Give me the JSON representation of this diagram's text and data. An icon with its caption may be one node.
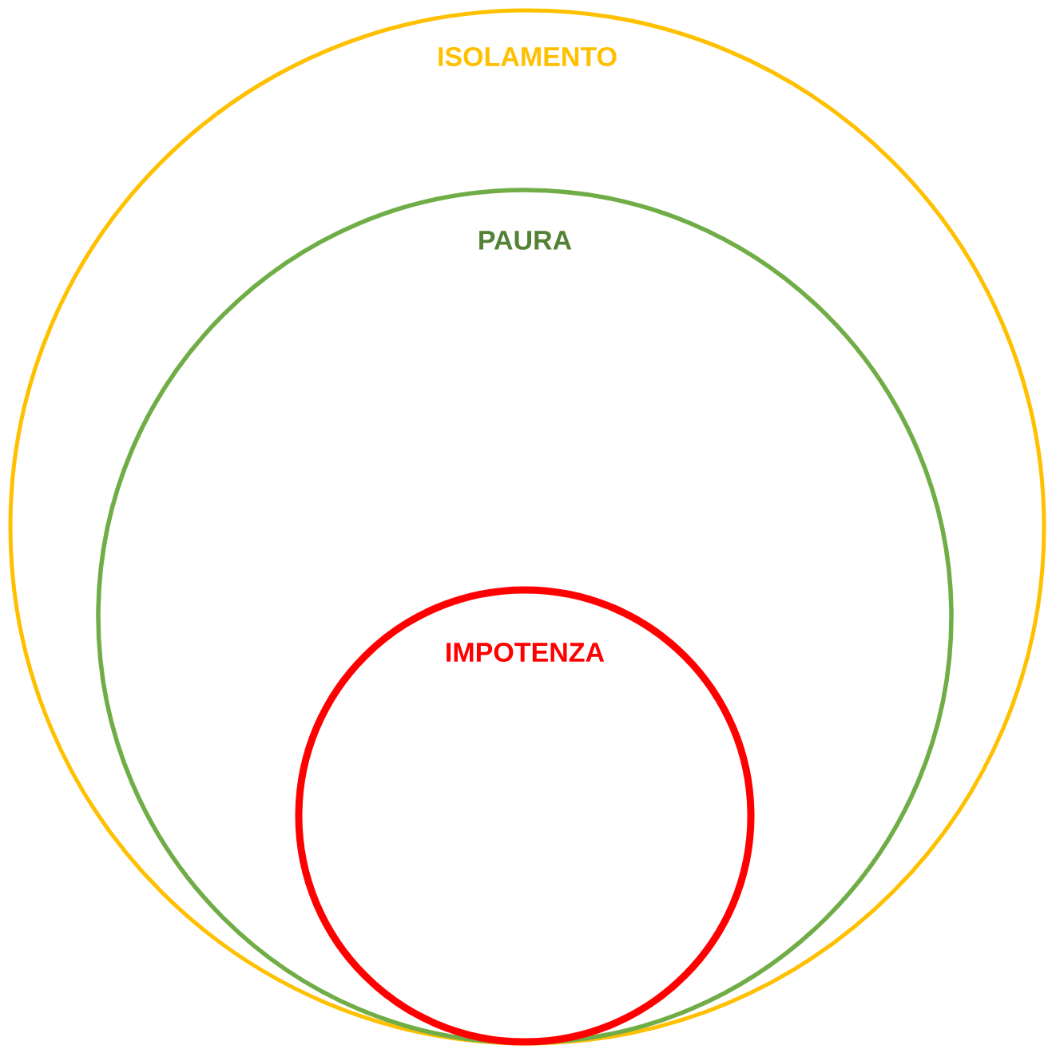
{
  "diagram": {
    "nodes": [
      {
        "text": [
          "ISOLAMENTO"
        ]
      },
      {
        "text": [
          "PAURA"
        ],
        "in": 0
      },
      {
        "text": [
          "IMPOTENZA"
        ],
        "in": 1
      }
    ]
  }
}
